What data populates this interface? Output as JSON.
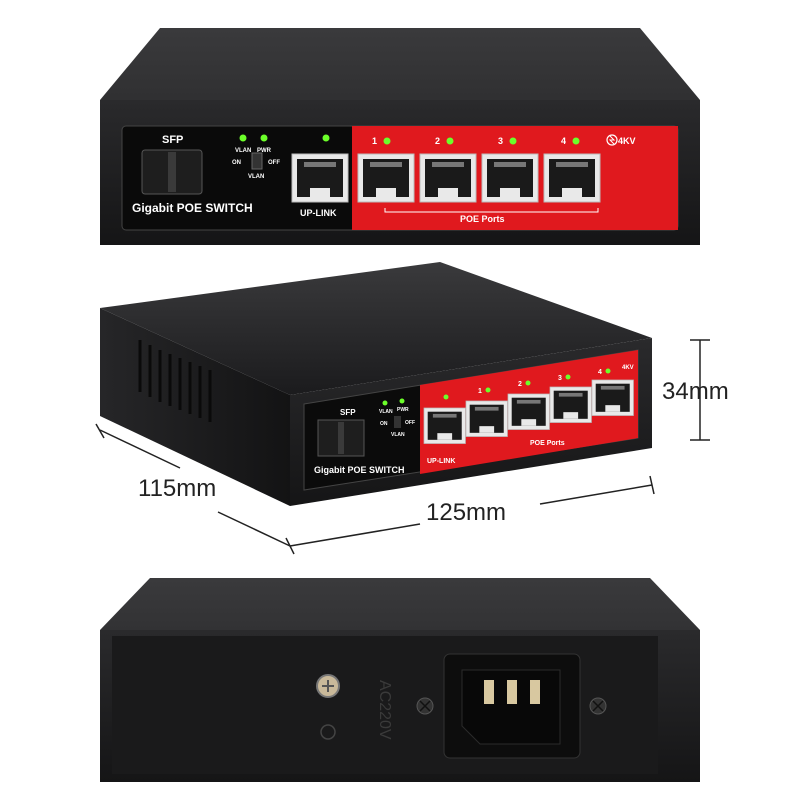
{
  "front_panel": {
    "sfp_label": "SFP",
    "vlan_label": "VLAN",
    "pwr_label": "PWR",
    "on_label": "ON",
    "off_label": "OFF",
    "vlan_switch_label": "VLAN",
    "brand_label": "Gigabit POE SWITCH",
    "uplink_label": "UP-LINK",
    "poe_ports_label": "POE Ports",
    "kv_label": "4KV",
    "port_numbers": [
      "1",
      "2",
      "3",
      "4"
    ]
  },
  "dimensions": {
    "height": "34mm",
    "depth": "115mm",
    "width": "125mm"
  },
  "rear_panel": {
    "voltage_label": "AC220V"
  },
  "colors": {
    "body": "#1d1d1f",
    "panel": "#0c0c0c",
    "red": "#e0191e",
    "led": "#6cff2a"
  }
}
